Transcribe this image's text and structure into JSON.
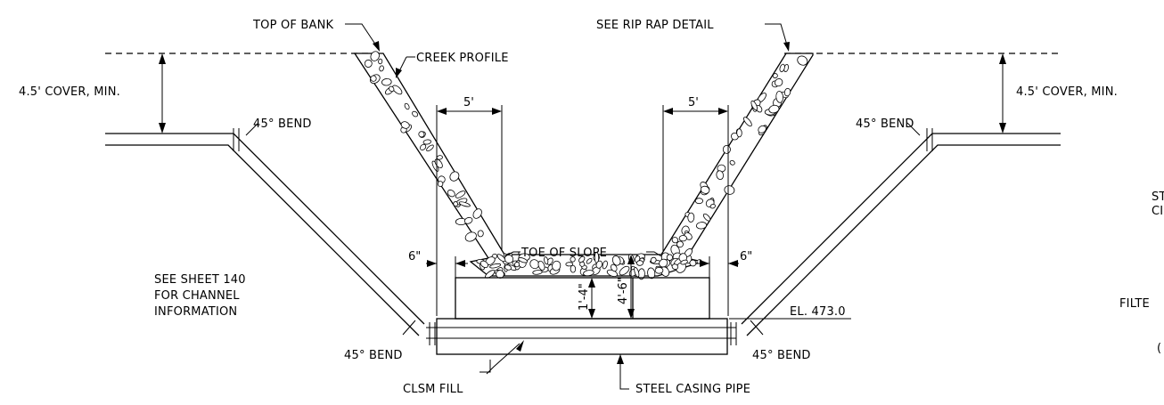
{
  "labels": {
    "top_of_bank": "TOP OF BANK",
    "creek_profile": "CREEK PROFILE",
    "see_rip_rap_detail": "SEE RIP RAP DETAIL",
    "cover_left": "4.5' COVER, MIN.",
    "cover_right": "4.5' COVER, MIN.",
    "bend_upper_left": "45° BEND",
    "bend_upper_right": "45° BEND",
    "bend_lower_left": "45° BEND",
    "bend_lower_right": "45° BEND",
    "toe_of_slope": "TOE OF SLOPE",
    "see_sheet_line1": "SEE SHEET 140",
    "see_sheet_line2": "FOR CHANNEL",
    "see_sheet_line3": "INFORMATION",
    "elevation": "EL. 473.0",
    "clsm_fill": "CLSM FILL",
    "steel_casing_pipe": "STEEL CASING PIPE",
    "cut_off_1": "ST",
    "cut_off_2": "CI",
    "cut_off_3": "FILTE",
    "cut_off_4": "("
  },
  "dimensions": {
    "width_left": "5'",
    "width_right": "5'",
    "offset_left": "6\"",
    "offset_right": "6\"",
    "depth_inner": "1'-4\"",
    "depth_outer": "4'-6\""
  }
}
